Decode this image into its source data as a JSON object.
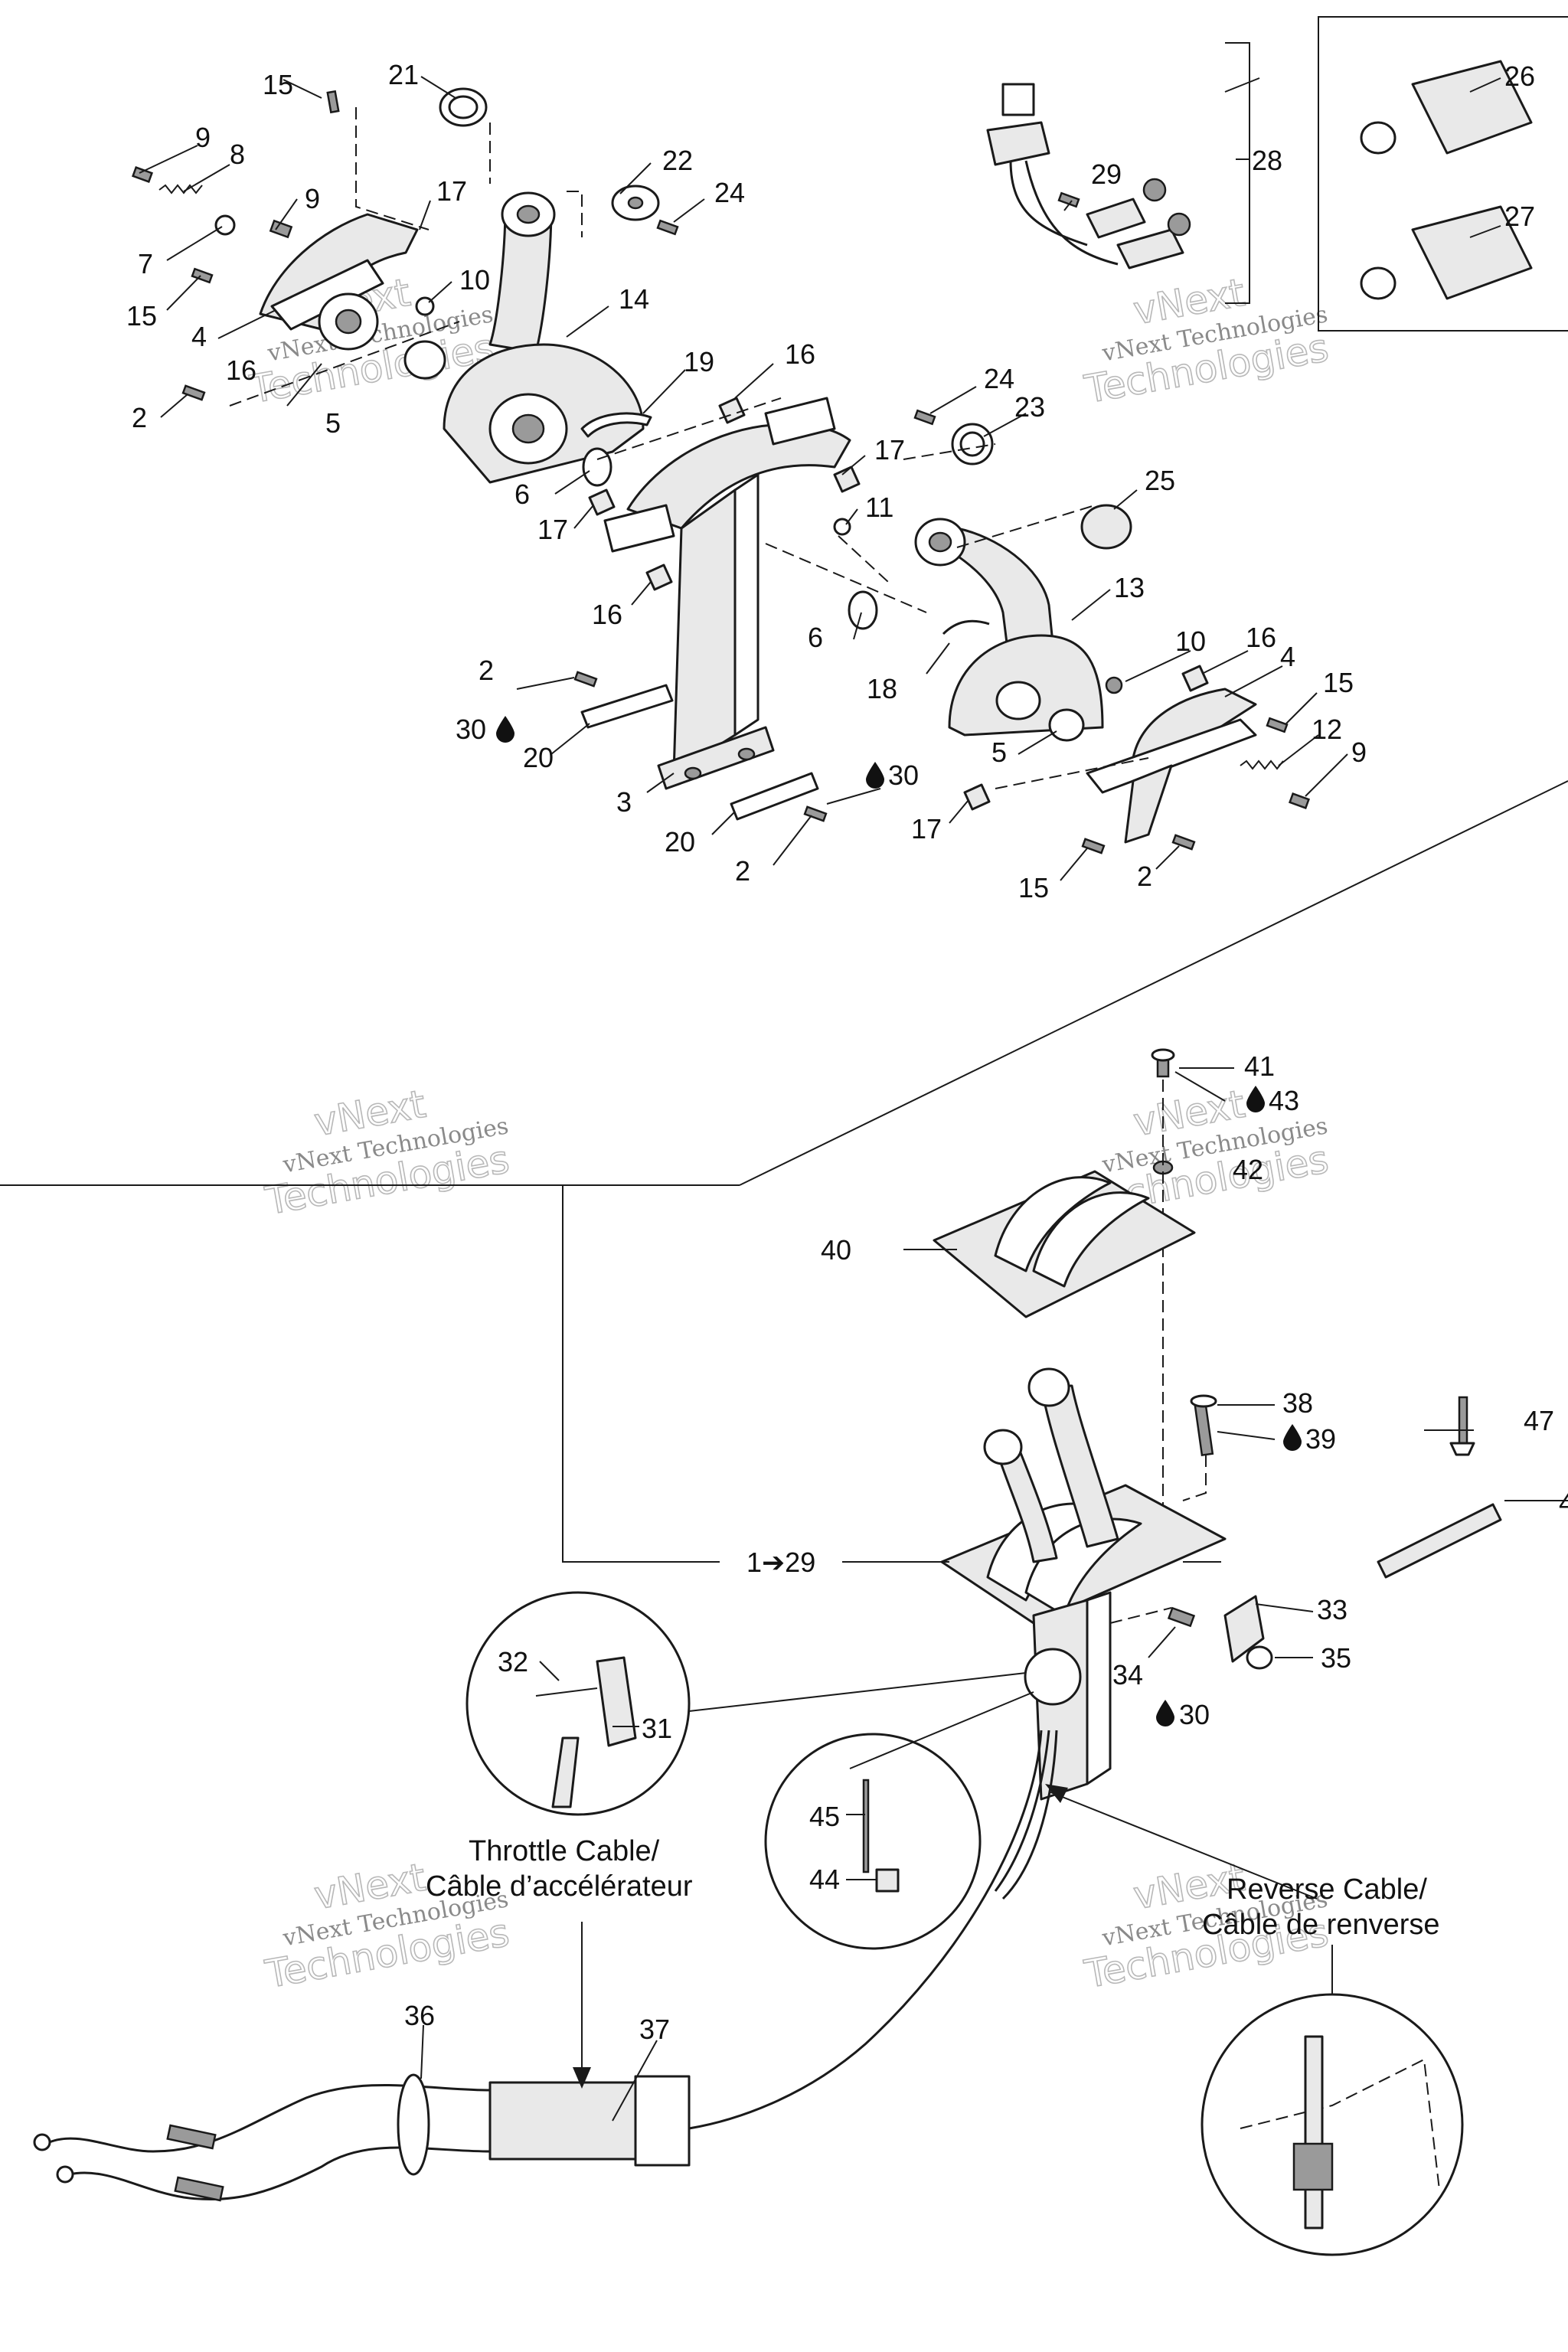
{
  "callouts": {
    "n2": "2",
    "n3": "3",
    "n4": "4",
    "n5": "5",
    "n6": "6",
    "n7": "7",
    "n8": "8",
    "n9": "9",
    "n10": "10",
    "n11": "11",
    "n12": "12",
    "n13": "13",
    "n14": "14",
    "n15": "15",
    "n16": "16",
    "n17": "17",
    "n18": "18",
    "n19": "19",
    "n20": "20",
    "n21": "21",
    "n22": "22",
    "n23": "23",
    "n24": "24",
    "n25": "25",
    "n26": "26",
    "n27": "27",
    "n28": "28",
    "n29": "29",
    "n30": "30",
    "n31": "31",
    "n32": "32",
    "n33": "33",
    "n34": "34",
    "n35": "35",
    "n36": "36",
    "n37": "37",
    "n38": "38",
    "n39": "39",
    "n40": "40",
    "n41": "41",
    "n42": "42",
    "n43": "43",
    "n44": "44",
    "n45": "45",
    "n47": "47",
    "n46_partial": "4",
    "range_1_29": "1➔29"
  },
  "captions": {
    "throttle_en": "Throttle Cable/",
    "throttle_fr": "Câble d’accélérateur",
    "reverse_en": "Reverse Cable/",
    "reverse_fr": "Câble de renverse"
  },
  "watermark": {
    "line1": "vNext",
    "line2": "vNext Technologies",
    "line3": "Technologies"
  },
  "icons": {
    "drop": "oil-drop-icon",
    "arrow": "arrow-right-icon"
  }
}
